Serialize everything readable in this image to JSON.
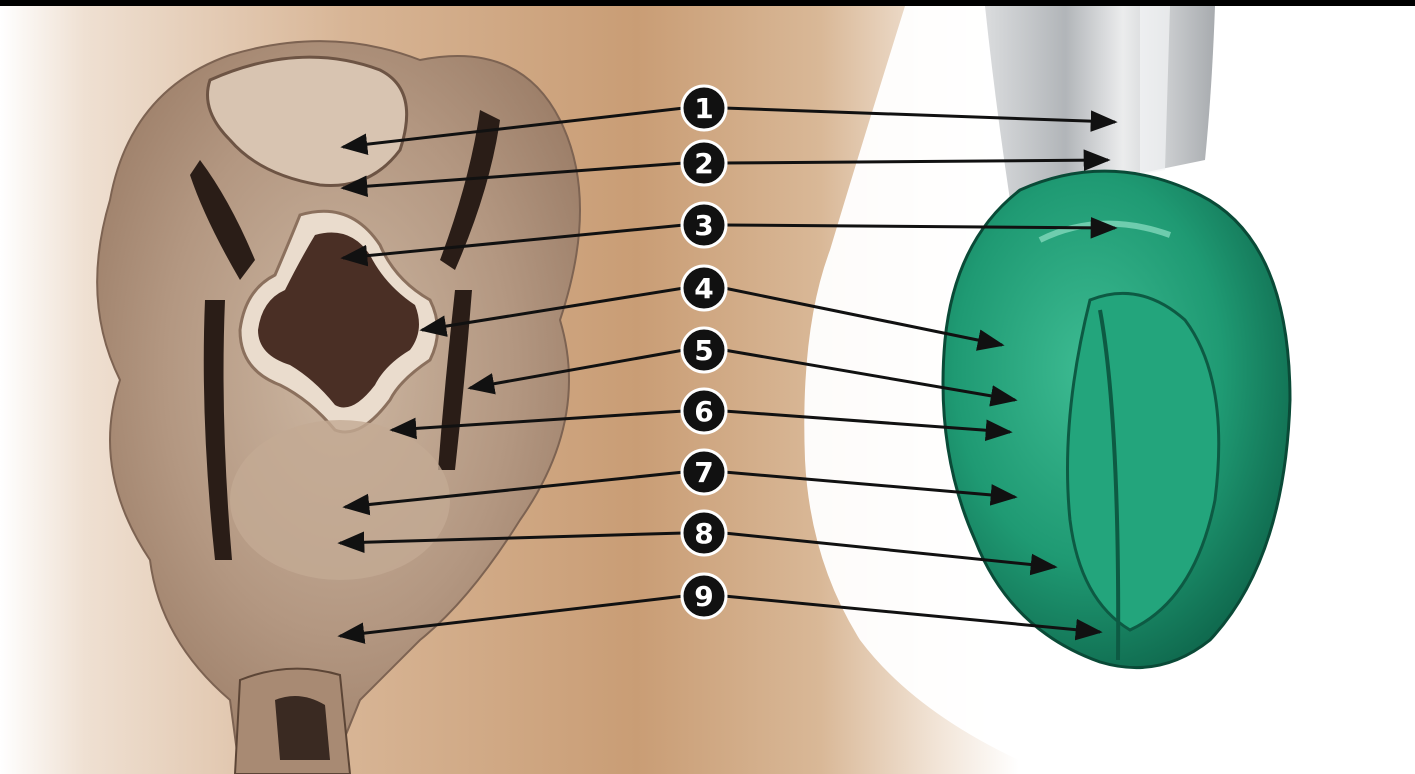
{
  "markers": [
    "1",
    "2",
    "3",
    "4",
    "5",
    "6",
    "7",
    "8",
    "9"
  ],
  "colors": {
    "background_warm": "#c89a72",
    "background_white": "#ffffff",
    "mask_green": "#1f9a73",
    "mask_green_dark": "#0f6b50",
    "tube_gray": "#b8bcc0",
    "anatomy_tan": "#b89c86",
    "anatomy_dark": "#3a2a22",
    "arrow": "#111111",
    "top_rule": "#000000"
  }
}
